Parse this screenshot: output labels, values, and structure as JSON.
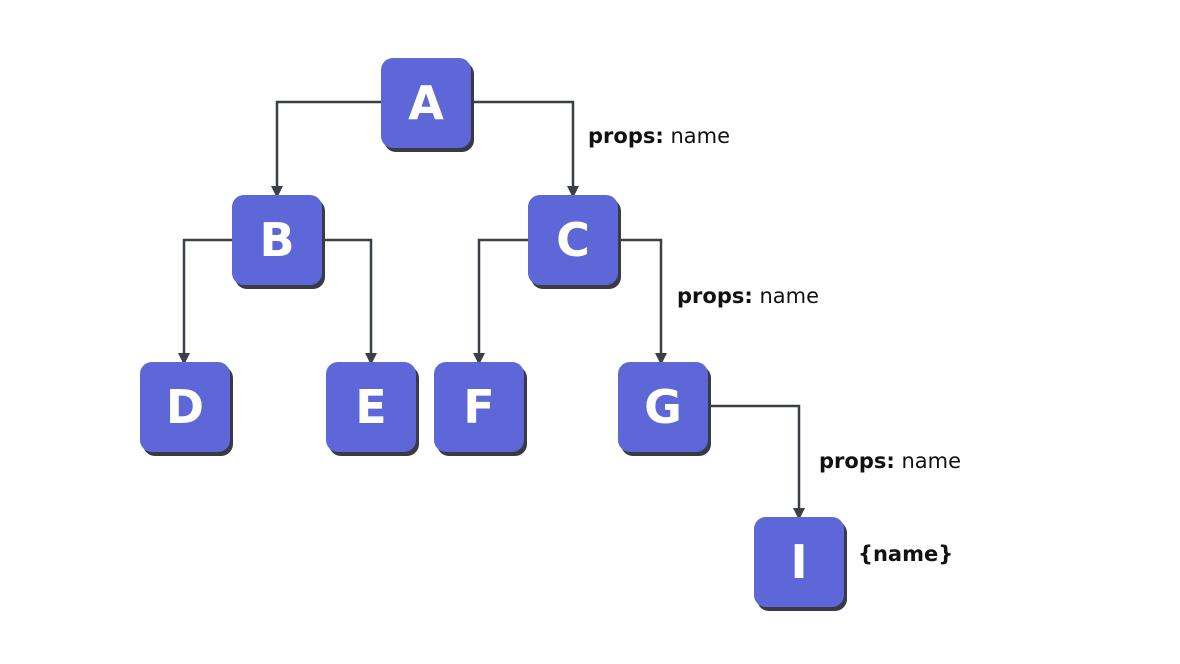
{
  "nodes": {
    "a": "A",
    "b": "B",
    "c": "C",
    "d": "D",
    "e": "E",
    "f": "F",
    "g": "G",
    "i": "I"
  },
  "edge_labels": [
    {
      "keyword": "props:",
      "value": "name"
    },
    {
      "keyword": "props:",
      "value": "name"
    },
    {
      "keyword": "props:",
      "value": "name"
    }
  ],
  "usage_label": "{name}",
  "colors": {
    "node_fill": "#5d67d8",
    "node_text": "#ffffff",
    "connector": "#3b4046",
    "label_text": "#111111"
  }
}
